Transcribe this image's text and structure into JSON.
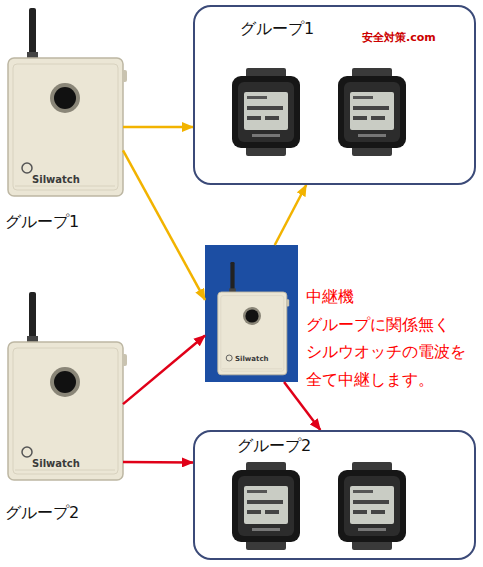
{
  "diagram": {
    "nodes": [
      {
        "text": [
          "グループ1"
        ]
      },
      {
        "text": [
          "グループ1"
        ]
      },
      {
        "text": [
          "中継機 グループに関係無く シルウオッチの電波を 全て中継します。"
        ]
      },
      {
        "text": [
          "グループ2"
        ]
      },
      {
        "text": [
          "グループ2"
        ]
      }
    ],
    "edges": [
      {
        "from": 1,
        "to": 0,
        "arrow": "to"
      },
      {
        "from": 1,
        "to": 2,
        "arrow": "to"
      },
      {
        "from": 2,
        "to": 0,
        "arrow": "to"
      },
      {
        "from": 3,
        "to": 2,
        "arrow": "to"
      },
      {
        "from": 3,
        "to": 4,
        "arrow": "to"
      },
      {
        "from": 2,
        "to": 4,
        "arrow": "to"
      }
    ],
    "labels": [
      "安全対策.com",
      "Silwatch",
      "Silwatch",
      "Silwatch"
    ]
  }
}
